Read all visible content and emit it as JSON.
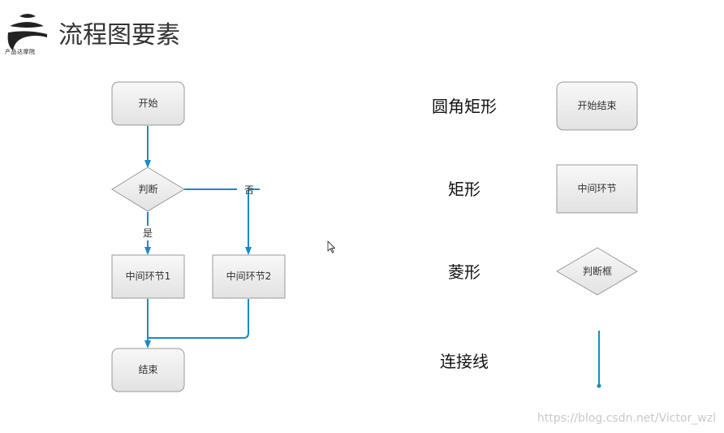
{
  "header": {
    "logo_text": "产品达摩院",
    "title": "流程图要素"
  },
  "flowchart": {
    "nodes": {
      "start": "开始",
      "decision": "判断",
      "step1": "中间环节1",
      "step2": "中间环节2",
      "end": "结束"
    },
    "edge_labels": {
      "no": "否",
      "yes": "是"
    }
  },
  "legend": {
    "rounded_rect": {
      "name": "圆角矩形",
      "sample": "开始结束"
    },
    "rect": {
      "name": "矩形",
      "sample": "中间环节"
    },
    "diamond": {
      "name": "菱形",
      "sample": "判断框"
    },
    "connector": {
      "name": "连接线"
    }
  },
  "colors": {
    "connector": "#1a8ac6",
    "node_fill_top": "#f8f8f8",
    "node_fill_bottom": "#e2e2e2",
    "node_stroke": "#9a9a9a"
  },
  "watermark": "https://blog.csdn.net/Victor_wzl"
}
